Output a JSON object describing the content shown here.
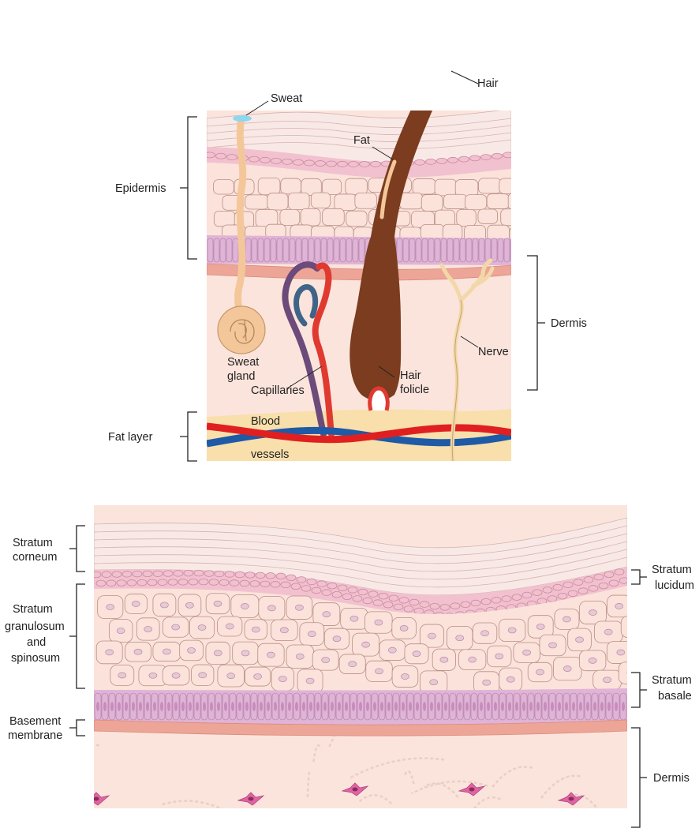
{
  "colors": {
    "corneum": "#f9e9e6",
    "corneum_line": "#d4b3ae",
    "lucidum": "#f2c1cf",
    "lucidum_edge": "#c98aa0",
    "spinosum": "#fbe2da",
    "cell_edge": "#b88f85",
    "nucleus": "#e9c8d6",
    "nucleus_edge": "#b48aa0",
    "basale": "#e0b4d6",
    "basale_edge": "#a87aa0",
    "membrane": "#eda597",
    "dermis": "#fbe4dc",
    "fibre": "#e8cfc8",
    "fibroblast": "#e065a2",
    "fat": "#f8dfac",
    "hair": "#7b3c1f",
    "artery": "#e02020",
    "vein": "#1f5aa6",
    "nerve": "#f2d8a8",
    "sweat_duct": "#f4c79b",
    "sweat_drop": "#8fd6ef"
  },
  "top_diagram": {
    "left_labels": {
      "epidermis": "Epidermis",
      "fat_layer": "Fat layer"
    },
    "right_labels": {
      "dermis": "Dermis"
    },
    "callouts": {
      "sweat": "Sweat",
      "hair": "Hair",
      "fat": "Fat",
      "sweat_gland_1": "Sweat",
      "sweat_gland_2": "gland",
      "capillaries": "Capillaries",
      "hair_folicle_1": "Hair",
      "hair_folicle_2": "folicle",
      "nerve": "Nerve",
      "blood_vessels_1": "Blood",
      "blood_vessels_2": "vessels"
    }
  },
  "bottom_diagram": {
    "left_labels": {
      "stratum_corneum_1": "Stratum",
      "stratum_corneum_2": "corneum",
      "stratum_granulosum_1": "Stratum",
      "stratum_granulosum_2": "granulosum",
      "stratum_granulosum_3": "and",
      "stratum_granulosum_4": "spinosum",
      "basement_membrane_1": "Basement",
      "basement_membrane_2": "membrane"
    },
    "right_labels": {
      "stratum_lucidum_1": "Stratum",
      "stratum_lucidum_2": "lucidum",
      "stratum_basale_1": "Stratum",
      "stratum_basale_2": "basale",
      "dermis": "Dermis"
    }
  }
}
